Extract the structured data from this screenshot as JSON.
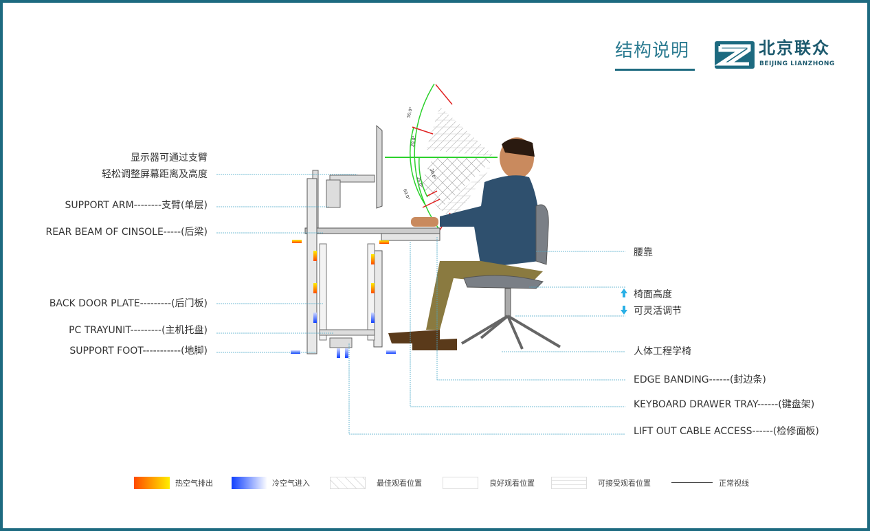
{
  "header": {
    "title": "结构说明",
    "logo_cn": "北京联众",
    "logo_en": "BEIJING LIANZHONG",
    "brand_color": "#1d6a80"
  },
  "left_labels": [
    {
      "line1": "显示器可通过支臂",
      "line2": "轻松调整屏幕距离及高度"
    },
    {
      "text": "SUPPORT ARM--------支臂(单层)"
    },
    {
      "text": "REAR BEAM OF CINSOLE-----(后梁)"
    },
    {
      "text": "BACK DOOR PLATE---------(后门板)"
    },
    {
      "text": "PC TRAYUNIT---------(主机托盘)"
    },
    {
      "text": "SUPPORT FOOT-----------(地脚)"
    }
  ],
  "right_labels": [
    {
      "text": "腰靠"
    },
    {
      "text": "椅面高度"
    },
    {
      "text": "可灵活调节"
    },
    {
      "text": "人体工程学椅"
    },
    {
      "text": "EDGE BANDING------(封边条)"
    },
    {
      "text": "KEYBOARD DRAWER TRAY------(键盘架)"
    },
    {
      "text": "LIFT OUT CABLE ACCESS------(检修面板)"
    }
  ],
  "angles": [
    "50.0°",
    "20.0°",
    "30.0°",
    "35.0°",
    "60.0°"
  ],
  "legend": [
    {
      "label": "热空气排出",
      "colors": [
        "#ff4a00",
        "#ffee00"
      ]
    },
    {
      "label": "冷空气进入",
      "colors": [
        "#1040ff",
        "#ffffff"
      ]
    },
    {
      "label": "最佳观看位置"
    },
    {
      "label": "良好观看位置"
    },
    {
      "label": "可接受观看位置"
    },
    {
      "label": "正常视线"
    }
  ]
}
